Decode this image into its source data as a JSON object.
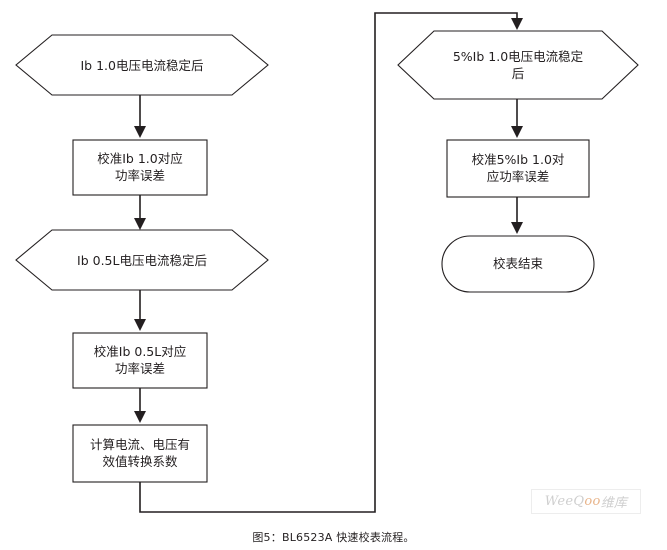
{
  "figure": {
    "caption": "图5：BL6523A 快速校表流程。",
    "watermark": {
      "prefix": "WeeQ",
      "accent": "oo",
      "suffix": "维库"
    },
    "colors": {
      "stroke": "#231f20",
      "text": "#231f20",
      "background": "#ffffff",
      "watermark_text": "#cfcfcf",
      "watermark_accent": "#e8b48a",
      "watermark_border": "#ededed"
    }
  },
  "flowchart": {
    "type": "flowchart",
    "orientation": "two-column, left column flows down then wraps to right column top",
    "nodes": [
      {
        "id": "n1",
        "shape": "hexagon",
        "label": "Ib 1.0电压电流稳定后",
        "column": "left",
        "order": 1
      },
      {
        "id": "n2",
        "shape": "rectangle",
        "label": "校准Ib 1.0对应\n功率误差",
        "column": "left",
        "order": 2
      },
      {
        "id": "n3",
        "shape": "hexagon",
        "label": "Ib 0.5L电压电流稳定后",
        "column": "left",
        "order": 3
      },
      {
        "id": "n4",
        "shape": "rectangle",
        "label": "校准Ib 0.5L对应\n功率误差",
        "column": "left",
        "order": 4
      },
      {
        "id": "n5",
        "shape": "rectangle",
        "label": "计算电流、电压有\n效值转换系数",
        "column": "left",
        "order": 5
      },
      {
        "id": "n6",
        "shape": "hexagon",
        "label": "5%Ib 1.0电压电流稳定\n后",
        "column": "right",
        "order": 6
      },
      {
        "id": "n7",
        "shape": "rectangle",
        "label": "校准5%Ib 1.0对\n应功率误差",
        "column": "right",
        "order": 7
      },
      {
        "id": "n8",
        "shape": "terminator",
        "label": "校表结束",
        "column": "right",
        "order": 8
      }
    ],
    "edges": [
      {
        "from": "n1",
        "to": "n2",
        "style": "straight-down",
        "arrow": true
      },
      {
        "from": "n2",
        "to": "n3",
        "style": "straight-down",
        "arrow": true
      },
      {
        "from": "n3",
        "to": "n4",
        "style": "straight-down",
        "arrow": true
      },
      {
        "from": "n4",
        "to": "n5",
        "style": "straight-down",
        "arrow": true
      },
      {
        "from": "n5",
        "to": "n6",
        "style": "elbow-wrap-around",
        "arrow": true
      },
      {
        "from": "n6",
        "to": "n7",
        "style": "straight-down",
        "arrow": true
      },
      {
        "from": "n7",
        "to": "n8",
        "style": "straight-down",
        "arrow": true
      }
    ]
  }
}
